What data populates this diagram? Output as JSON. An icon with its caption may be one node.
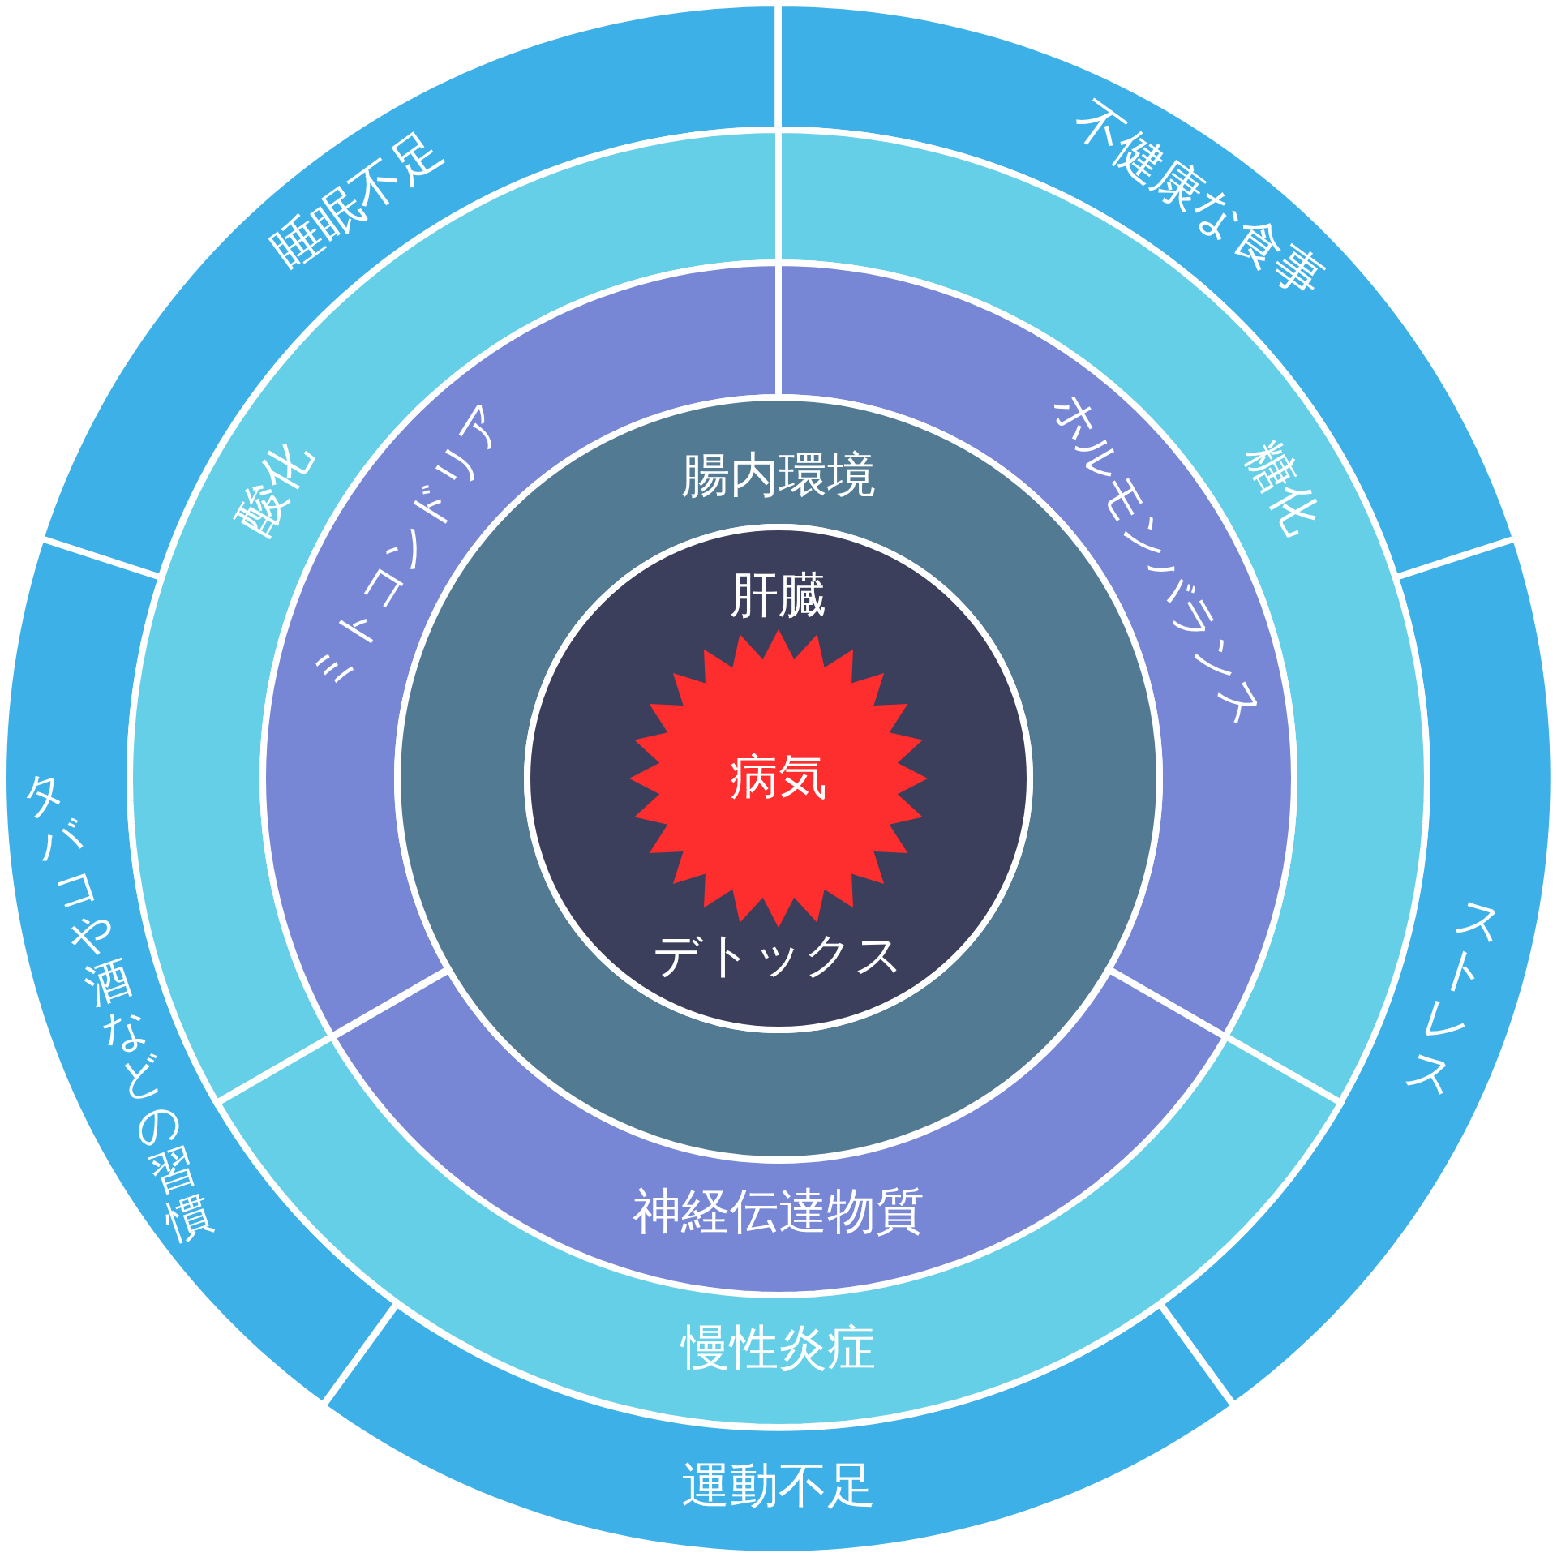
{
  "diagram": {
    "nodes": [
      {
        "text": [
          "睡眠不足"
        ]
      },
      {
        "text": [
          "不健康な食事"
        ]
      },
      {
        "text": [
          "タバコや酒などの習慣"
        ]
      },
      {
        "text": [
          "ストレス"
        ]
      },
      {
        "text": [
          "運動不足"
        ]
      },
      {
        "text": [
          "酸化"
        ]
      },
      {
        "text": [
          "糖化"
        ]
      },
      {
        "text": [
          "慢性炎症"
        ]
      },
      {
        "text": [
          "ミトコンドリア"
        ]
      },
      {
        "text": [
          "ホルモンバランス"
        ]
      },
      {
        "text": [
          "神経伝達物質"
        ]
      },
      {
        "text": [
          "腸内環境"
        ]
      },
      {
        "text": [
          "肝臓",
          "デトックス"
        ],
        "in": 11
      },
      {
        "text": [
          "病気"
        ],
        "in": 12
      }
    ]
  }
}
